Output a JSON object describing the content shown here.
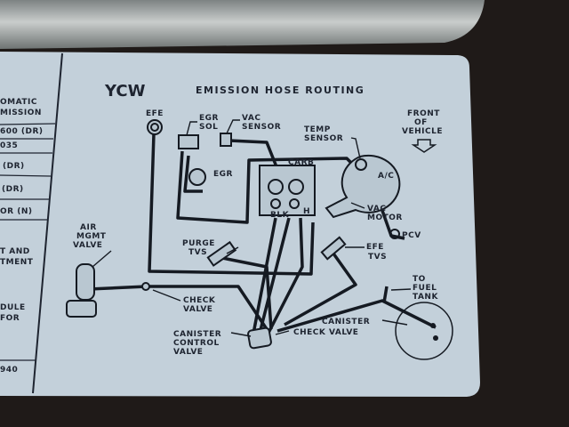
{
  "label": {
    "code": "YCW",
    "title": "EMISSION HOSE ROUTING"
  },
  "left_panel": {
    "lines": [
      "OMATIC",
      "MISSION",
      "600 (DR)",
      "035",
      "(DR)",
      "(DR)",
      "OR (N)",
      "T AND",
      "TMENT",
      "DULE",
      "FOR",
      "940"
    ]
  },
  "components": {
    "efe": "EFE",
    "egr_sol": [
      "EGR",
      "SOL"
    ],
    "vac_sensor": [
      "VAC",
      "SENSOR"
    ],
    "temp_sensor": [
      "TEMP",
      "SENSOR"
    ],
    "front_of_vehicle": [
      "FRONT",
      "OF",
      "VEHICLE"
    ],
    "carb": "CARB",
    "egr": "EGR",
    "ac": "A/C",
    "blk": "BLK",
    "h": "H",
    "vac_motor": [
      "VAC",
      "MOTOR"
    ],
    "pcv": "PCV",
    "air_mgmt_valve": [
      "AIR",
      "MGMT",
      "VALVE"
    ],
    "purge_tvs": [
      "PURGE",
      "TVS"
    ],
    "efe_tvs": [
      "EFE",
      "TVS"
    ],
    "check_valve_left": [
      "CHECK",
      "VALVE"
    ],
    "to_fuel_tank": [
      "TO",
      "FUEL",
      "TANK"
    ],
    "canister": "CANISTER",
    "check_valve_right": "CHECK VALVE",
    "canister_control_valve": [
      "CANISTER",
      "CONTROL",
      "VALVE"
    ]
  }
}
